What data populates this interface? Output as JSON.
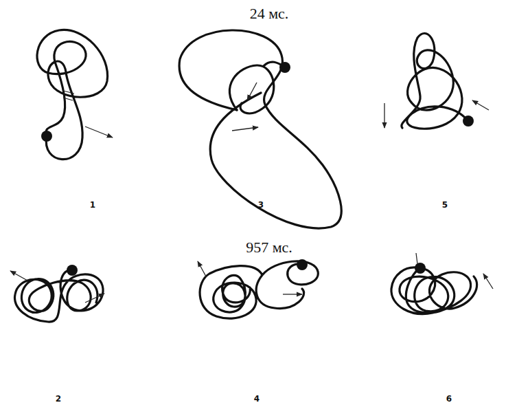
{
  "diagram": {
    "labels": [
      "24 мс.",
      "1",
      "3",
      "5",
      "957 мс.",
      "2",
      "4",
      "6"
    ]
  }
}
